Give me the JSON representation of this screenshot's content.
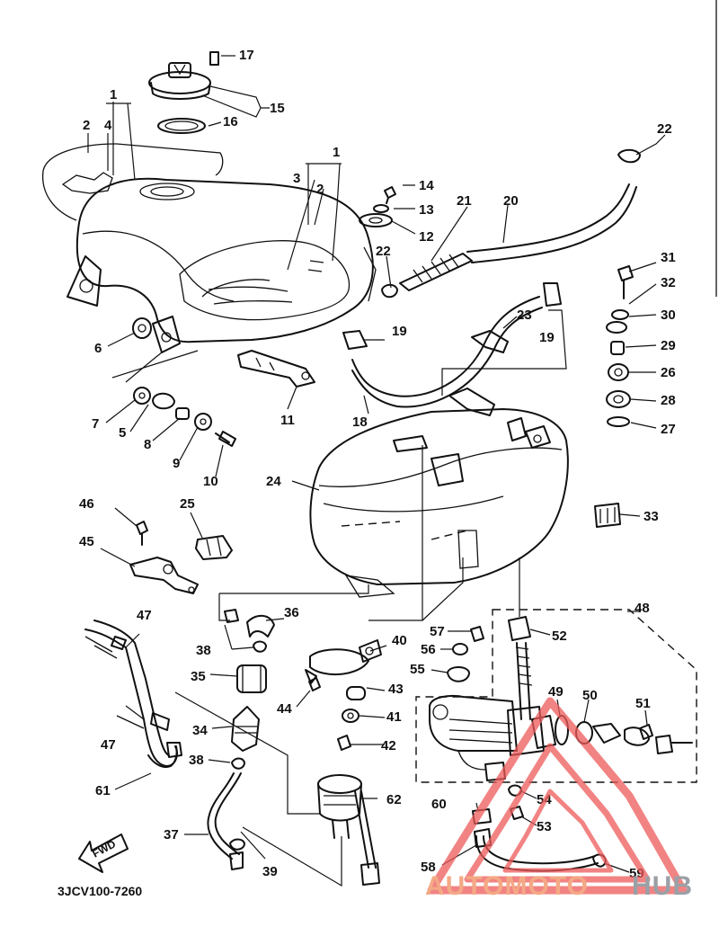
{
  "diagram": {
    "code": "3JCV100-7260",
    "fwd_label": "FWD",
    "callouts": [
      "1",
      "1",
      "2",
      "2",
      "3",
      "4",
      "5",
      "6",
      "7",
      "8",
      "9",
      "10",
      "11",
      "12",
      "13",
      "14",
      "15",
      "16",
      "17",
      "18",
      "19",
      "19",
      "20",
      "21",
      "22",
      "22",
      "23",
      "24",
      "25",
      "26",
      "27",
      "28",
      "29",
      "30",
      "31",
      "32",
      "33",
      "34",
      "35",
      "36",
      "37",
      "38",
      "38",
      "39",
      "40",
      "41",
      "42",
      "43",
      "44",
      "45",
      "46",
      "47",
      "47",
      "48",
      "49",
      "50",
      "51",
      "52",
      "53",
      "54",
      "55",
      "56",
      "57",
      "58",
      "59",
      "60",
      "61",
      "62"
    ]
  },
  "watermark": {
    "text_left": "AUTOMOTO",
    "text_right": "HUB",
    "color_left": "#f3a985",
    "color_right": "#9aa0a6",
    "triangle_color": "#ee5a5a"
  }
}
